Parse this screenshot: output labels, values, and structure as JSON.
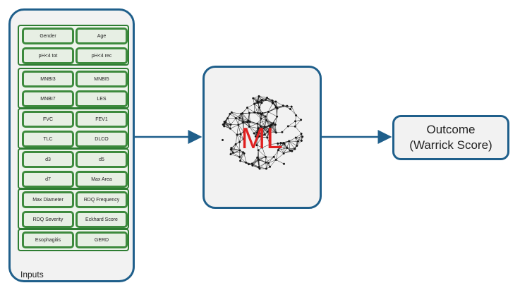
{
  "inputs": {
    "label": "Inputs",
    "groups": [
      [
        "Gender",
        "Age",
        "pH<4 tot",
        "pH<4 rec"
      ],
      [
        "MNBI3",
        "MNBI5",
        "MNBI7",
        "LES"
      ],
      [
        "FVC",
        "FEV1",
        "TLC",
        "DLCO"
      ],
      [
        "d3",
        "d5",
        "d7",
        "Max Area"
      ],
      [
        "Max Diameter",
        "RDQ Frequency",
        "RDQ Severity",
        "Eckhard Score"
      ],
      [
        "Esophagitis",
        "GERD"
      ]
    ]
  },
  "model": {
    "label": "ML"
  },
  "outcome": {
    "line1": "Outcome",
    "line2": "(Warrick Score)"
  },
  "colors": {
    "panel_border": "#1f5f8b",
    "chip_border": "#3d8a3d",
    "ml_text": "#e02020",
    "arrow": "#1f5f8b"
  }
}
